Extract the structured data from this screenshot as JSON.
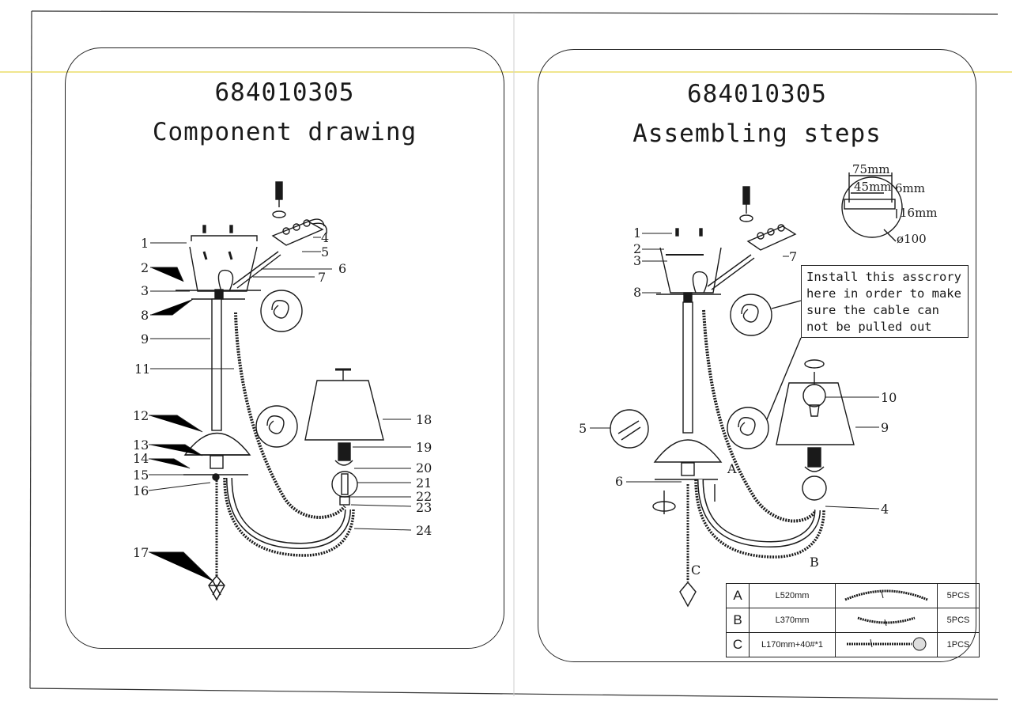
{
  "left_panel": {
    "model": "684010305",
    "subtitle": "Component drawing",
    "labels": [
      "1",
      "2",
      "3",
      "4",
      "5",
      "6",
      "7",
      "8",
      "9",
      "11",
      "12",
      "13",
      "14",
      "15",
      "16",
      "17",
      "18",
      "19",
      "20",
      "21",
      "22",
      "23",
      "24"
    ]
  },
  "right_panel": {
    "model": "684010305",
    "subtitle": "Assembling steps",
    "labels": [
      "1",
      "2",
      "3",
      "4",
      "5",
      "6",
      "7",
      "8",
      "9",
      "10",
      "A",
      "B",
      "C"
    ],
    "dimensions": {
      "d1": "75mm",
      "d2": "45mm",
      "d3": "6mm",
      "d4": "16mm",
      "d5": "ø100"
    },
    "note_lines": [
      "Install this asscrory",
      "here in order to make",
      "sure the cable can",
      "not be pulled out"
    ],
    "parts_table": [
      {
        "key": "A",
        "length": "L520mm",
        "qty": "5PCS"
      },
      {
        "key": "B",
        "length": "L370mm",
        "qty": "5PCS"
      },
      {
        "key": "C",
        "length": "L170mm+40#*1",
        "qty": "1PCS"
      }
    ]
  }
}
